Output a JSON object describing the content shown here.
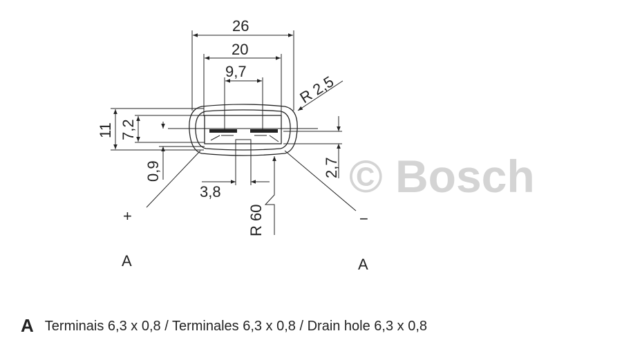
{
  "watermark": "© Bosch",
  "dimensions": {
    "width_outer": "26",
    "width_inner": "20",
    "terminal_spacing": "9,7",
    "radius_corner": "R 2,5",
    "height_outer": "11",
    "height_inner": "7,2",
    "offset_bottom": "0,9",
    "offset_right": "2,7",
    "drain_width": "3,8",
    "radius_base": "R 60"
  },
  "labels": {
    "plus": "+",
    "minus": "−",
    "view_left": "A",
    "view_right": "A"
  },
  "legend": {
    "key": "A",
    "text": "Terminais 6,3 x 0,8 / Terminales 6,3 x 0,8 / Drain hole 6,3 x 0,8"
  }
}
